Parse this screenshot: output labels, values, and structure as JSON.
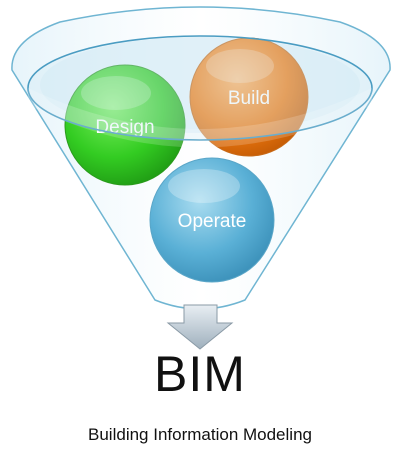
{
  "funnel": {
    "stages": [
      {
        "label": "Design",
        "color": "#33cc22"
      },
      {
        "label": "Build",
        "color": "#f07a10"
      },
      {
        "label": "Operate",
        "color": "#5ab0d6"
      }
    ],
    "outline_color": "#6fb5d2",
    "arrow_icon": "down-arrow-icon"
  },
  "result": {
    "title": "BIM",
    "caption": "Building Information Modeling"
  }
}
